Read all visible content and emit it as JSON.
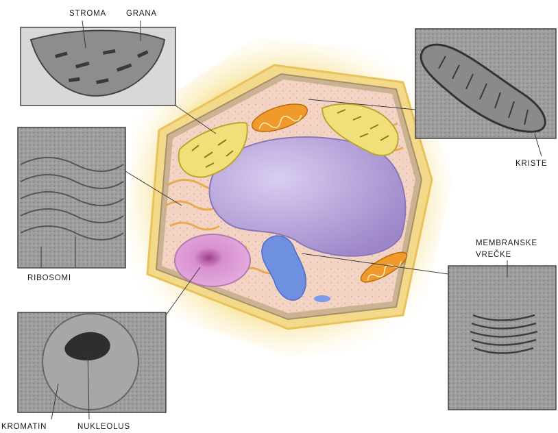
{
  "labels": {
    "stroma": "STROMA",
    "grana": "GRANA",
    "kriste": "KRISTE",
    "membranske": "MEMBRANSKE",
    "vrecke": "VREČKE",
    "ribosomi": "RIBOSOMI",
    "kromatin": "KROMATIN",
    "nukleolus": "NUKLEOLUS"
  },
  "colors": {
    "cell_wall_glow": "#f5dc7a",
    "cytoplasm": "#f3d2c2",
    "vacuole": "#b9a5dc",
    "nucleus": "#d88fd0",
    "chloroplast": "#f1e07a",
    "mitochondrion": "#f09a2c",
    "golgi": "#6f8fe0",
    "micrograph": "#9a9a9a"
  }
}
